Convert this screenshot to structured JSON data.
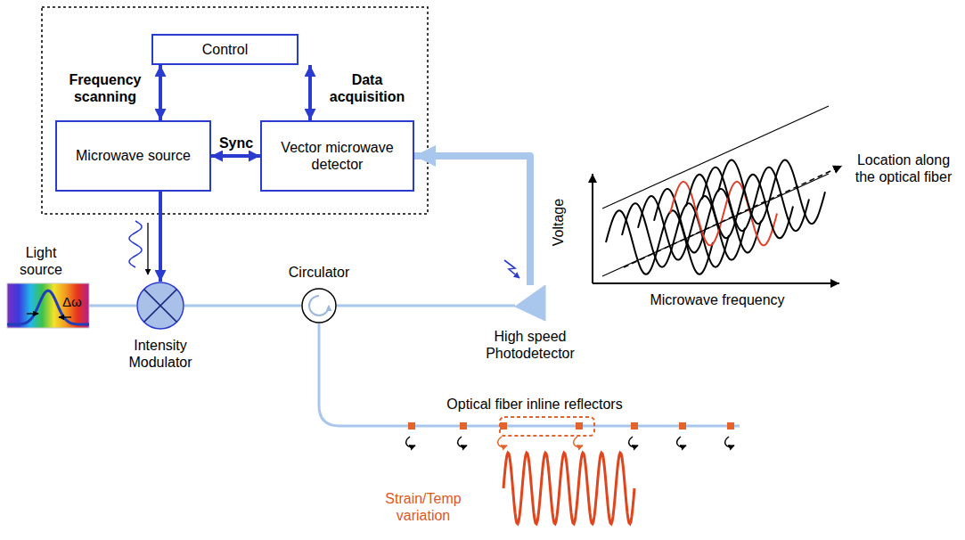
{
  "diagram": {
    "nodes": [
      {
        "text": [
          "Control"
        ]
      },
      {
        "text": [
          "Microwave source"
        ]
      },
      {
        "text": [
          "Vector microwave detector"
        ]
      },
      {
        "text": [
          "Light source",
          "Δω"
        ]
      },
      {
        "text": [
          "Intensity Modulator"
        ]
      },
      {
        "text": [
          "Circulator"
        ]
      },
      {
        "text": [
          "High speed Photodetector"
        ]
      }
    ],
    "edges": [
      {
        "from": 0,
        "to": 1,
        "label": "Frequency scanning",
        "arrow": "both"
      },
      {
        "from": 0,
        "to": 2,
        "label": "Data acquisition",
        "arrow": "both"
      },
      {
        "from": 1,
        "to": 2,
        "label": "Sync",
        "arrow": "both"
      },
      {
        "from": 1,
        "to": 4,
        "arrow": "to"
      },
      {
        "from": 3,
        "to": 4,
        "arrow": "none"
      },
      {
        "from": 4,
        "to": 5,
        "arrow": "none"
      },
      {
        "from": 5,
        "to": 6,
        "arrow": "none"
      },
      {
        "from": 6,
        "to": 2,
        "arrow": "to"
      }
    ],
    "labels": [
      "Voltage",
      "Microwave frequency",
      "Location along the optical fiber",
      "Optical fiber inline reflectors",
      "Strain/Temp variation"
    ]
  }
}
